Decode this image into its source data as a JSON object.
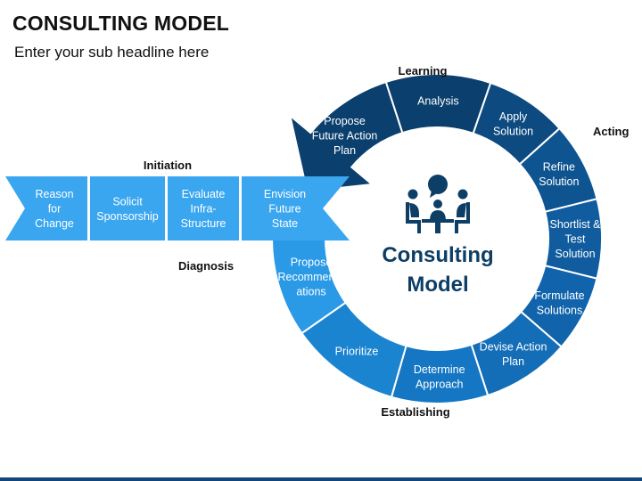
{
  "header": {
    "title": "CONSULTING MODEL",
    "subtitle": "Enter your sub headline here"
  },
  "center": {
    "line1": "Consulting",
    "line2": "Model",
    "icon": "meeting-people-icon"
  },
  "phases": {
    "learning": "Learning",
    "acting": "Acting",
    "initiation": "Initiation",
    "diagnosis": "Diagnosis",
    "establishing": "Establishing"
  },
  "arrow_steps": [
    {
      "lines": [
        "Reason",
        "for",
        "Change"
      ]
    },
    {
      "lines": [
        "Solicit",
        "Sponsorship"
      ]
    },
    {
      "lines": [
        "Evaluate",
        "Infra-",
        "Structure"
      ]
    },
    {
      "lines": [
        "Envision",
        "Future",
        "State"
      ]
    }
  ],
  "ring_steps": [
    {
      "id": "propose-future-action-plan",
      "lines": [
        "Propose",
        "Future Action",
        "Plan"
      ],
      "color": "#0b3f6d"
    },
    {
      "id": "analysis",
      "lines": [
        "Analysis"
      ],
      "color": "#0b3f6d"
    },
    {
      "id": "apply-solution",
      "lines": [
        "Apply",
        "Solution"
      ],
      "color": "#0d4a80"
    },
    {
      "id": "refine-solution",
      "lines": [
        "Refine",
        "Solution"
      ],
      "color": "#0e5491"
    },
    {
      "id": "shortlist-test-solution",
      "lines": [
        "Shortlist &",
        "Test",
        "Solution"
      ],
      "color": "#105c9e"
    },
    {
      "id": "formulate-solutions",
      "lines": [
        "Formulate",
        "Solutions"
      ],
      "color": "#1164ab"
    },
    {
      "id": "devise-action-plan",
      "lines": [
        "Devise Action",
        "Plan"
      ],
      "color": "#136db7"
    },
    {
      "id": "determine-approach",
      "lines": [
        "Determine",
        "Approach"
      ],
      "color": "#1577c3"
    },
    {
      "id": "prioritize",
      "lines": [
        "Prioritize"
      ],
      "color": "#1a84d0"
    },
    {
      "id": "propose-recommendations",
      "lines": [
        "Propose",
        "Recommend-",
        "ations"
      ],
      "color": "#2a9ae6"
    }
  ],
  "colors": {
    "arrow_fill": "#3aa6f0",
    "title": "#111111",
    "center_text": "#0d3e66",
    "icon": "#0d3e66"
  }
}
